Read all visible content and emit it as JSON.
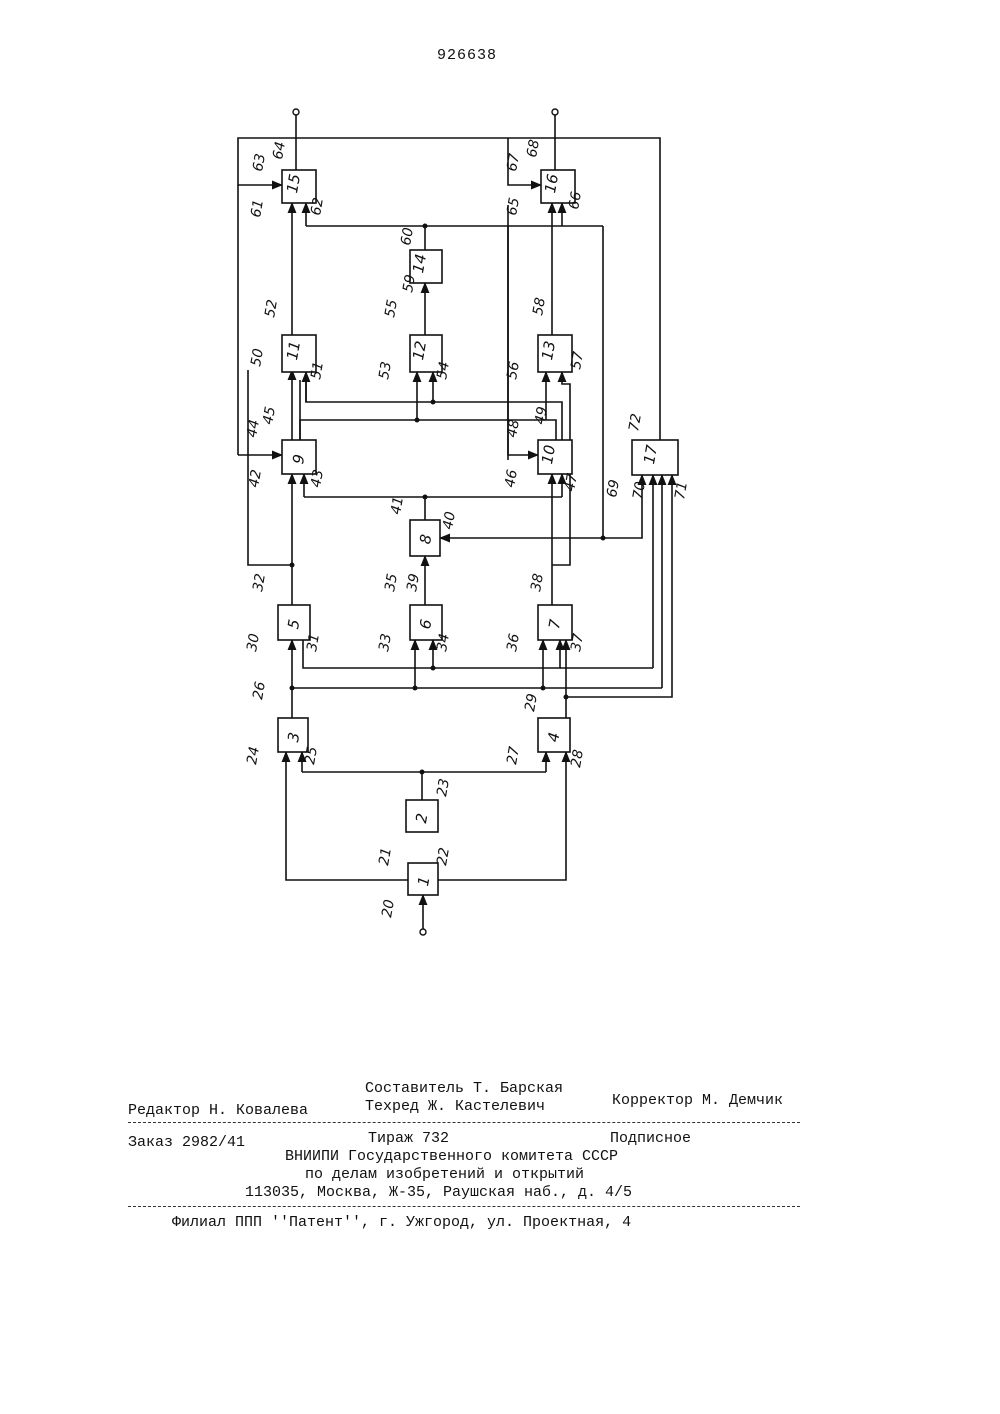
{
  "patent_number": "926638",
  "diagram": {
    "blocks": [
      "1",
      "2",
      "3",
      "4",
      "5",
      "6",
      "7",
      "8",
      "9",
      "10",
      "11",
      "12",
      "13",
      "14",
      "15",
      "16",
      "17"
    ],
    "port_labels": [
      "20",
      "21",
      "22",
      "23",
      "24",
      "25",
      "26",
      "27",
      "28",
      "29",
      "30",
      "31",
      "32",
      "33",
      "34",
      "35",
      "36",
      "37",
      "38",
      "39",
      "40",
      "41",
      "42",
      "43",
      "44",
      "45",
      "46",
      "47",
      "48",
      "49",
      "50",
      "51",
      "52",
      "53",
      "54",
      "55",
      "56",
      "57",
      "58",
      "59",
      "60",
      "61",
      "62",
      "63",
      "64",
      "65",
      "66",
      "67",
      "68",
      "69",
      "70",
      "71",
      "72"
    ]
  },
  "footer": {
    "compiler": "Составитель Т. Барская",
    "editor": "Редактор Н. Ковалева",
    "techred": "Техред Ж. Кастелевич",
    "corrector": "Корректор М. Демчик",
    "order": "Заказ 2982/41",
    "circulation": "Тираж 732",
    "subscription": "Подписное",
    "org_line1": "ВНИИПИ Государственного комитета СССР",
    "org_line2": "по делам изобретений и открытий",
    "address": "113035, Москва, Ж-35, Раушская наб., д. 4/5",
    "branch": "Филиал ППП ''Патент'', г. Ужгород, ул. Проектная, 4"
  }
}
